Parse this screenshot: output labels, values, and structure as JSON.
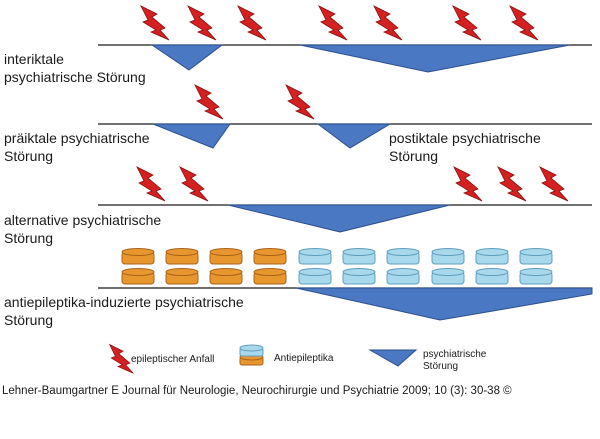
{
  "colors": {
    "bolt": "#d42020",
    "bolt_stroke": "#8a1010",
    "triangle": "#4a78c2",
    "triangle_stroke": "#2c4f8e",
    "pill_orange": "#e8962e",
    "pill_orange_stroke": "#a8631a",
    "pill_blue": "#a8d8ec",
    "pill_blue_stroke": "#5f9fbd",
    "line": "#1a1a1a"
  },
  "labels": {
    "row1": [
      "interiktale",
      "psychiatrische Störung"
    ],
    "row2_left": [
      "präiktale psychiatrische",
      "Störung"
    ],
    "row2_right": [
      "postiktale psychiatrische",
      "Störung"
    ],
    "row3": [
      "alternative psychiatrische",
      "Störung"
    ],
    "row4": [
      "antiepileptika-induzierte psychiatrische",
      "Störung"
    ]
  },
  "legend": {
    "seizure": "epileptischer Anfall",
    "drug": "Antiepileptika",
    "disorder": [
      "psychiatrische",
      "Störung"
    ]
  },
  "citation": "Lehner-Baumgartner E Journal für Neurologie, Neurochirurgie und Psychiatrie 2009; 10 (3): 30-38 ©"
}
